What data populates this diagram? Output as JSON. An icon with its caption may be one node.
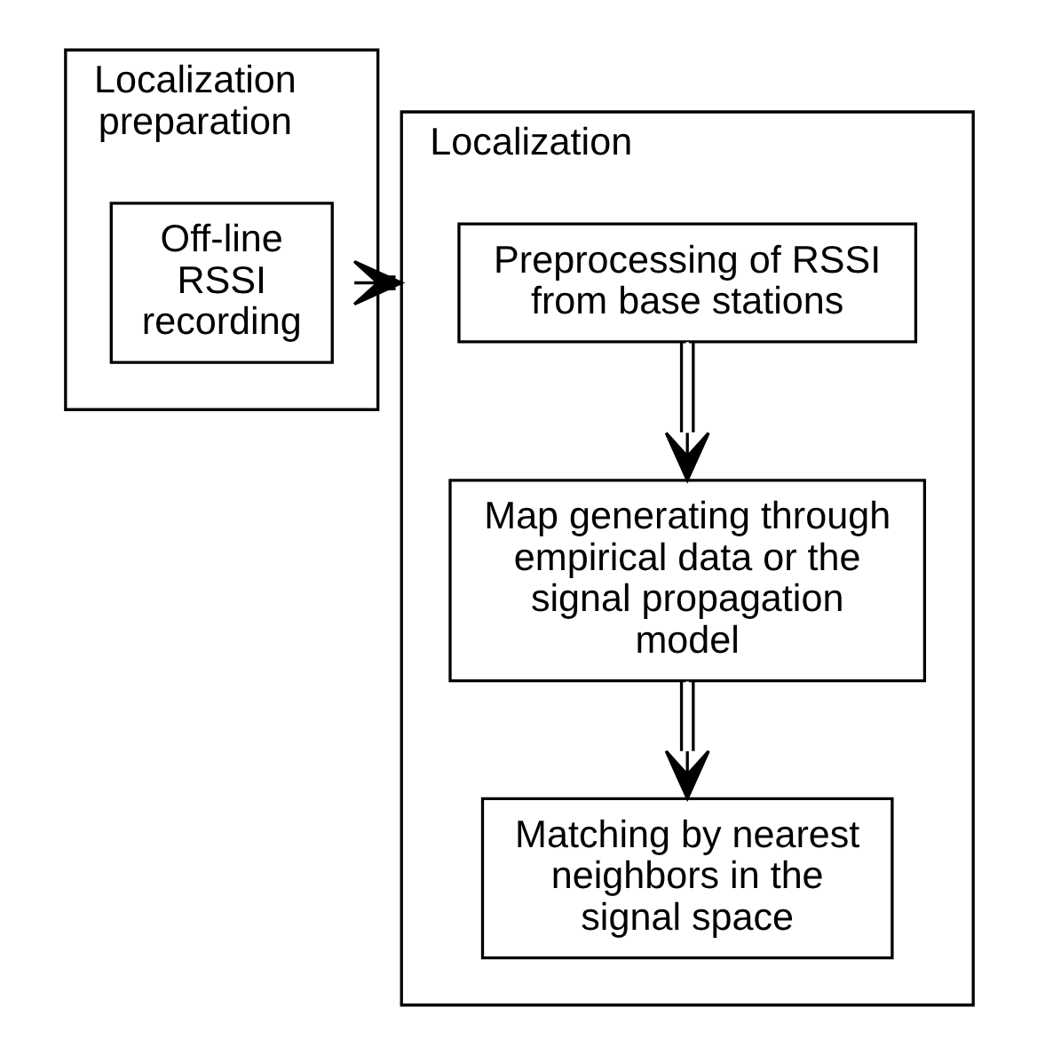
{
  "diagram": {
    "nodes": [
      {
        "text": [
          "Localization preparation"
        ]
      },
      {
        "text": [
          "Off-line RSSI recording"
        ],
        "in": 0
      },
      {
        "text": [
          "Localization"
        ]
      },
      {
        "text": [
          "Preprocessing of RSSI from base stations"
        ],
        "in": 2
      },
      {
        "text": [
          "Map generating through empirical data or the signal propagation model"
        ],
        "in": 2
      },
      {
        "text": [
          "Matching by nearest neighbors in the signal space"
        ],
        "in": 2
      }
    ],
    "edges": [
      {
        "from": 0,
        "to": 2,
        "arrow": "to"
      },
      {
        "from": 3,
        "to": 4,
        "arrow": "to"
      },
      {
        "from": 4,
        "to": 5,
        "arrow": "to"
      }
    ]
  }
}
